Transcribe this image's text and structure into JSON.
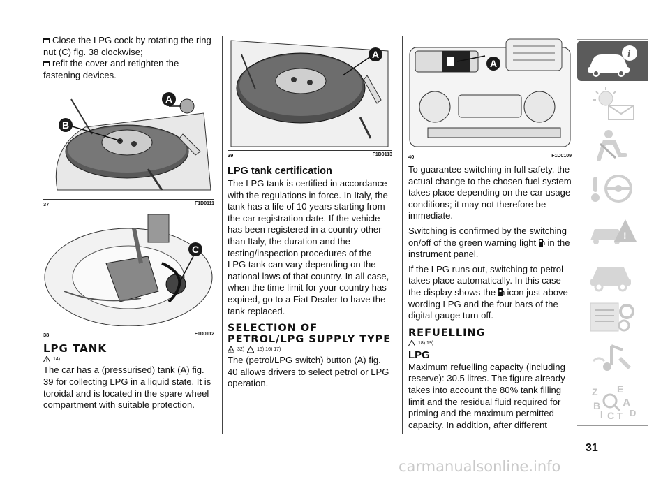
{
  "col1": {
    "bullets": [
      "Close the LPG cock by rotating the ring nut (C) fig. 38 clockwise;",
      "refit the cover and retighten the fastening devices."
    ],
    "fig37": {
      "num": "37",
      "code": "F1D0111",
      "callouts": [
        "A",
        "B"
      ]
    },
    "fig38": {
      "num": "38",
      "code": "F1D0112",
      "callouts": [
        "C"
      ]
    },
    "heading": "LPG TANK",
    "refs": "14)",
    "body": "The car has a (pressurised) tank (A) fig. 39 for collecting LPG in a liquid state. It is toroidal and is located in the spare wheel compartment with suitable protection."
  },
  "col2": {
    "fig39": {
      "num": "39",
      "code": "F1D0113",
      "callouts": [
        "A"
      ]
    },
    "subheading": "LPG tank certification",
    "body": "The LPG tank is certified in accordance with the regulations in force. In Italy, the tank has a life of 10 years starting from the car registration date. If the vehicle has been registered in a country other than Italy, the duration and the testing/inspection procedures of the LPG tank can vary depending on the national laws of that country. In all case, when the time limit for your country has expired, go to a Fiat Dealer to have the tank replaced.",
    "heading": "SELECTION OF PETROL/LPG SUPPLY TYPE",
    "refs_a": "32)",
    "refs_b": "15) 16) 17)",
    "body2": "The (petrol/LPG switch) button (A) fig. 40 allows drivers to select petrol or LPG operation."
  },
  "col3": {
    "fig40": {
      "num": "40",
      "code": "F1D0109",
      "callouts": [
        "A"
      ]
    },
    "p1": "To guarantee switching in full safety, the actual change to the chosen fuel system takes place depending on the car usage conditions; it may not therefore be immediate.",
    "p2a": "Switching is confirmed by the switching on/off of the green warning light",
    "p2b": "in the instrument panel.",
    "p3a": "If the LPG runs out, switching to petrol takes place automatically. In this case the display shows the",
    "p3b": "icon just above wording LPG and the four bars of the digital gauge turn off.",
    "heading": "REFUELLING",
    "refs": "18) 19)",
    "subheading": "LPG",
    "body": "Maximum refuelling capacity (including reserve): 30.5 litres. The figure already takes into account the 80% tank filling limit and the residual fluid required for priming and the maximum permitted capacity. In addition, after different"
  },
  "page_number": "31",
  "watermark": "carmanualsonline.info",
  "sidebar_icons": [
    "car-info-icon",
    "warning-lights-icon",
    "safety-airbag-icon",
    "driving-controls-icon",
    "emergency-icon",
    "car-maintenance-icon",
    "technical-data-icon",
    "multimedia-icon",
    "index-icon"
  ]
}
